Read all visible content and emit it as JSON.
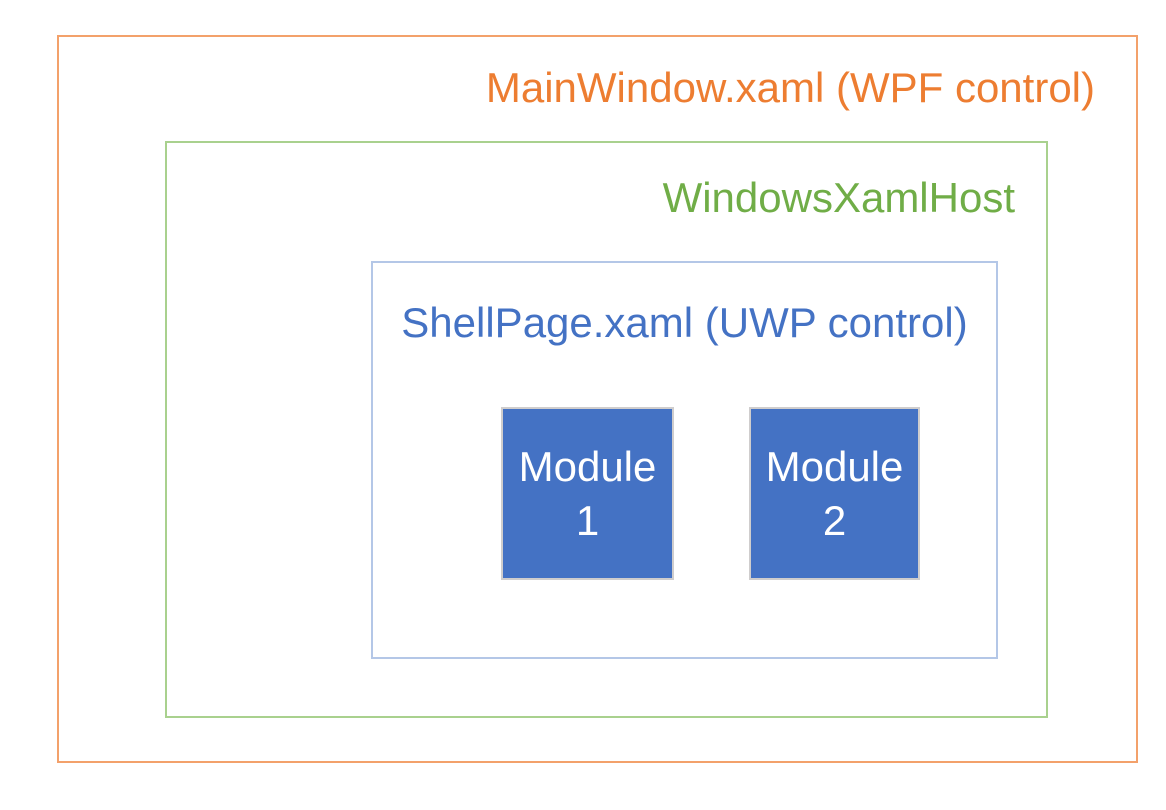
{
  "diagram": {
    "background_color": "#FFFFFF",
    "outer_box": {
      "label": "MainWindow.xaml (WPF control)",
      "text_color": "#ED7D31",
      "border_color": "#F3A16B"
    },
    "host_box": {
      "label": "WindowsXamlHost",
      "text_color": "#70AD47",
      "border_color": "#A9D18E"
    },
    "shell_box": {
      "label": "ShellPage.xaml (UWP control)",
      "text_color": "#4472C4",
      "border_color": "#B4C7E7"
    },
    "modules": [
      {
        "line1": "Module",
        "line2": "1"
      },
      {
        "line1": "Module",
        "line2": "2"
      }
    ],
    "module_style": {
      "fill_color": "#4472C4",
      "border_color": "#CFCDCD",
      "text_color": "#FFFFFF"
    }
  }
}
